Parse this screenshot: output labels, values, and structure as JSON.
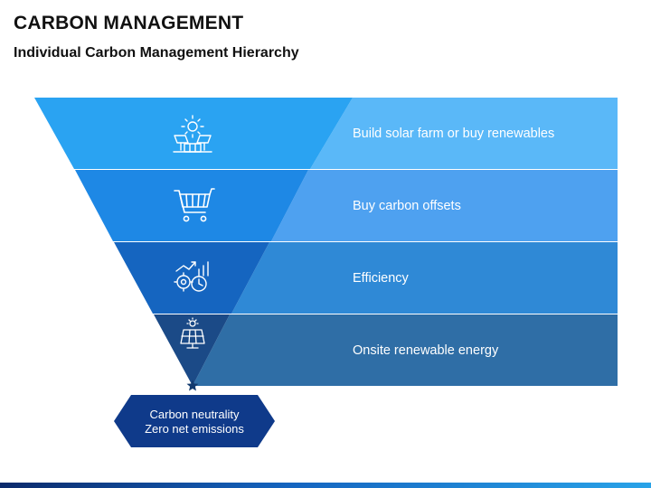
{
  "header": {
    "title": "CARBON MANAGEMENT",
    "subtitle": "Individual Carbon Management Hierarchy"
  },
  "hierarchy": {
    "tiers": [
      {
        "label": "Build solar farm or buy renewables",
        "icon": "solar-farm-icon",
        "funnel_color": "#2aa3f2",
        "band_color": "#5ab8f8"
      },
      {
        "label": "Buy carbon offsets",
        "icon": "shopping-cart-icon",
        "funnel_color": "#1e88e5",
        "band_color": "#4ea1f0"
      },
      {
        "label": "Efficiency",
        "icon": "efficiency-gears-icon",
        "funnel_color": "#1565c0",
        "band_color": "#2f89d6"
      },
      {
        "label": "Onsite renewable energy",
        "icon": "solar-panel-icon",
        "funnel_color": "#1b4a87",
        "band_color": "#2f6ea6"
      }
    ],
    "base": {
      "line1": "Carbon neutrality",
      "line2": "Zero net emissions",
      "color": "#0f3a8a"
    }
  }
}
